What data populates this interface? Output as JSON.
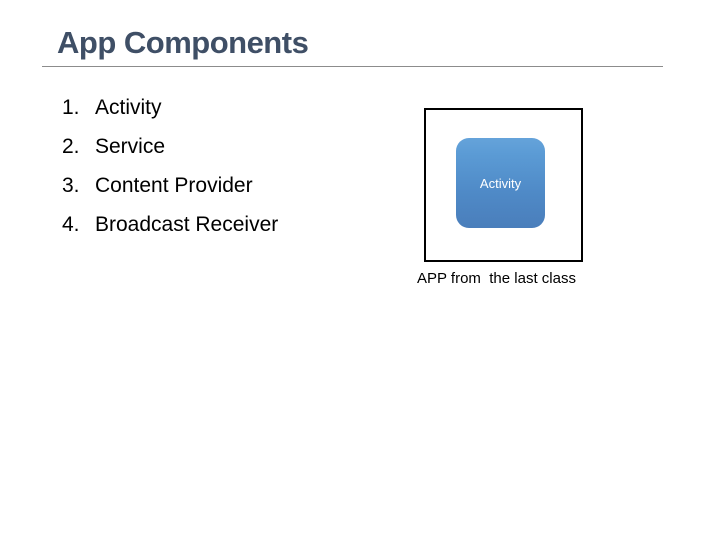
{
  "slide": {
    "title": "App Components",
    "list": {
      "items": [
        {
          "number": "1.",
          "label": "Activity"
        },
        {
          "number": "2.",
          "label": "Service"
        },
        {
          "number": "3.",
          "label": "Content Provider"
        },
        {
          "number": "4.",
          "label": "Broadcast Receiver"
        }
      ]
    },
    "diagram": {
      "node_label": "Activity",
      "caption": "APP from  the last class"
    },
    "colors": {
      "title_text": "#3f4f66",
      "underline": "#8c8c8c",
      "body_text": "#000000",
      "node_gradient_top": "#65a3da",
      "node_gradient_bottom": "#4a7ebb",
      "node_label_text": "#ffffff",
      "diagram_border": "#000000",
      "background": "#ffffff"
    }
  }
}
